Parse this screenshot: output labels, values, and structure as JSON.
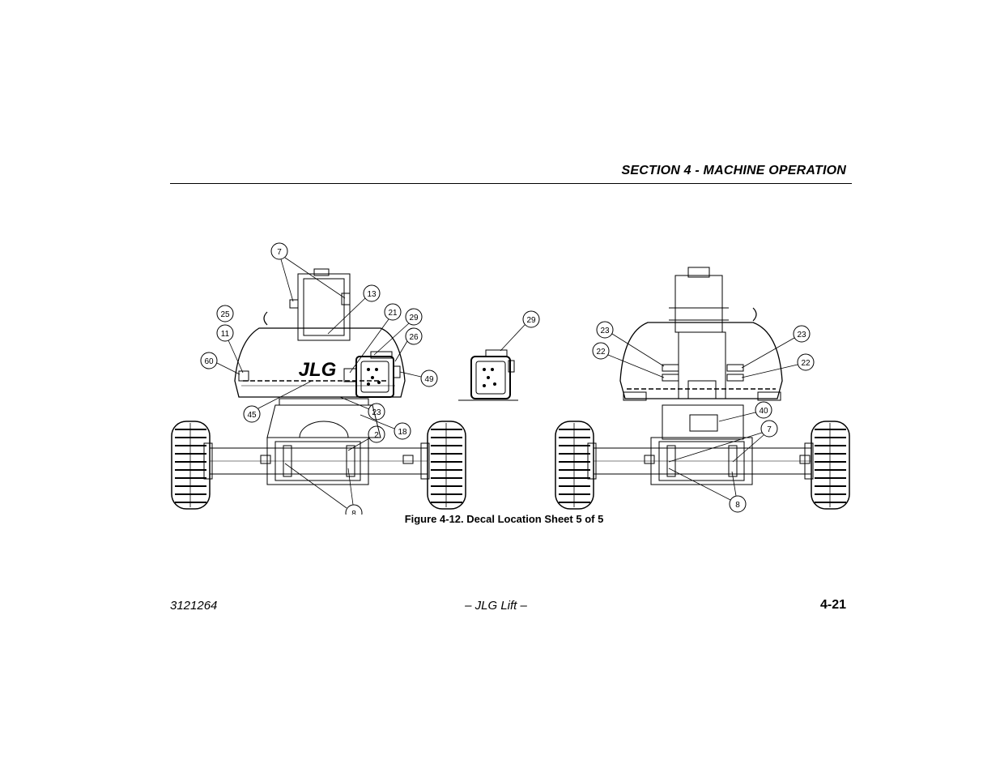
{
  "header": {
    "section_title": "SECTION 4 - MACHINE OPERATION"
  },
  "figure": {
    "caption": "Figure 4-12. Decal Location Sheet 5 of 5",
    "logo_text": "JLG",
    "callouts": {
      "left_view": [
        "7",
        "13",
        "25",
        "11",
        "21",
        "29",
        "26",
        "60",
        "49",
        "45",
        "23",
        "18",
        "2",
        "8"
      ],
      "detail_view": [
        "29"
      ],
      "right_view": [
        "23",
        "22",
        "23",
        "22",
        "40",
        "7",
        "8"
      ]
    }
  },
  "footer": {
    "doc_number": "3121264",
    "center_text": "– JLG Lift –",
    "page_number": "4-21"
  }
}
